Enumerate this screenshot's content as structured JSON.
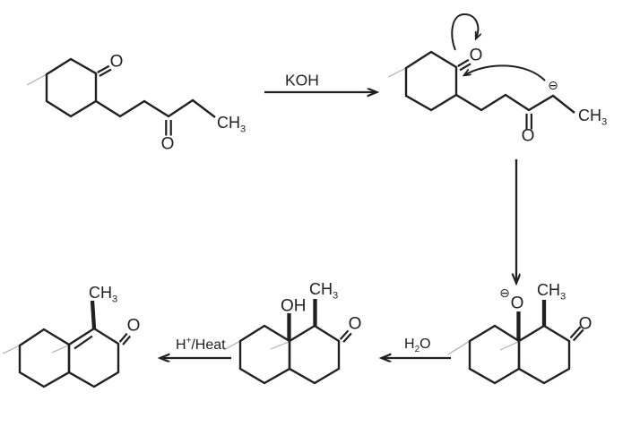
{
  "colors": {
    "ink": "#231f20",
    "faint_line": "#b3adad",
    "background": "#ffffff"
  },
  "labels": {
    "oxygen": "O",
    "hydroxyl": "OH",
    "methyl": {
      "main": "CH",
      "sub": "3"
    },
    "negative_charge": "⊖"
  },
  "arrows": {
    "koh": {
      "label": "KOH"
    },
    "h2o": {
      "pre": "H",
      "sub": "2",
      "post": "O"
    },
    "acid_heat": {
      "pre": "H",
      "sup": "+",
      "post": "/Heat"
    }
  }
}
